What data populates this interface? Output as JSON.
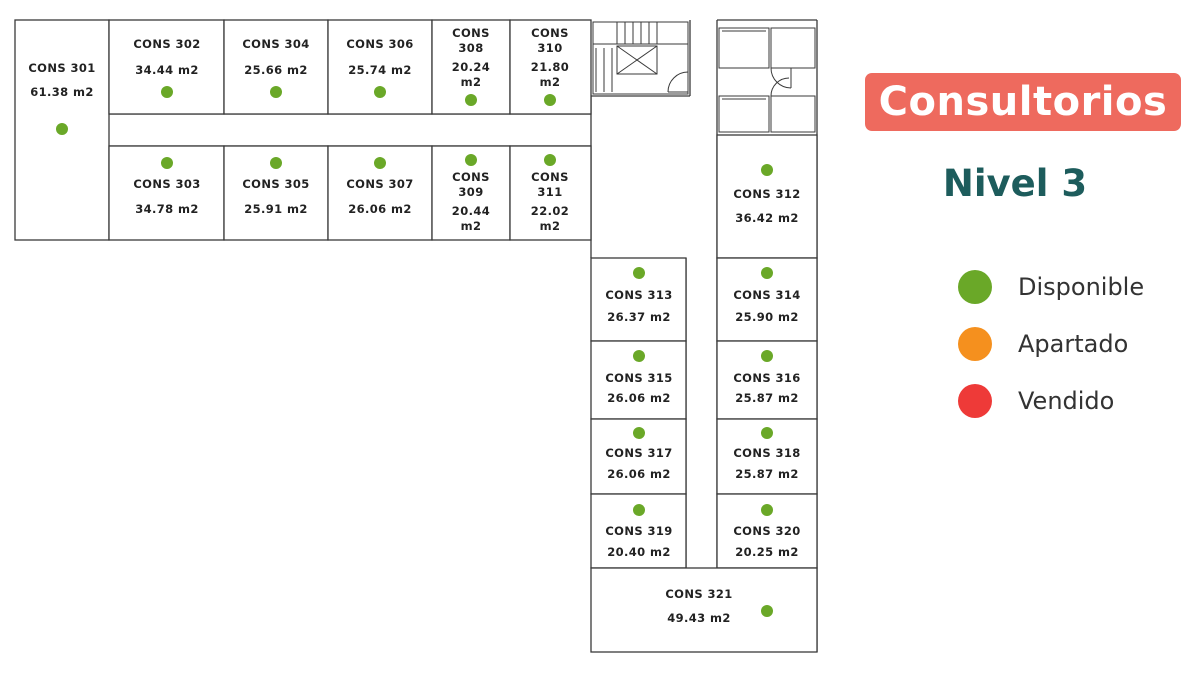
{
  "title": "Consultorios",
  "subtitle": "Nivel 3",
  "colors": {
    "badge": "#ee6a5e",
    "subtitle": "#1d5c5c",
    "disponible": "#6aa828",
    "apartado": "#f5901e",
    "vendido": "#ee3a38"
  },
  "legend": [
    {
      "status": "disponible",
      "label": "Disponible",
      "color": "#6aa828"
    },
    {
      "status": "apartado",
      "label": "Apartado",
      "color": "#f5901e"
    },
    {
      "status": "vendido",
      "label": "Vendido",
      "color": "#ee3a38"
    }
  ],
  "units": [
    {
      "id": "301",
      "lines": [
        "CONS 301"
      ],
      "area": "61.38 m2",
      "status": "disponible"
    },
    {
      "id": "302",
      "lines": [
        "CONS 302"
      ],
      "area": "34.44 m2",
      "status": "disponible"
    },
    {
      "id": "304",
      "lines": [
        "CONS 304"
      ],
      "area": "25.66 m2",
      "status": "disponible"
    },
    {
      "id": "306",
      "lines": [
        "CONS 306"
      ],
      "area": "25.74 m2",
      "status": "disponible"
    },
    {
      "id": "308",
      "lines": [
        "CONS",
        "308",
        "20.24",
        "m2"
      ],
      "area": "20.24 m2",
      "status": "disponible"
    },
    {
      "id": "310",
      "lines": [
        "CONS",
        "310",
        "21.80",
        "m2"
      ],
      "area": "21.80 m2",
      "status": "disponible"
    },
    {
      "id": "303",
      "lines": [
        "CONS 303"
      ],
      "area": "34.78 m2",
      "status": "disponible"
    },
    {
      "id": "305",
      "lines": [
        "CONS 305"
      ],
      "area": "25.91 m2",
      "status": "disponible"
    },
    {
      "id": "307",
      "lines": [
        "CONS 307"
      ],
      "area": "26.06 m2",
      "status": "disponible"
    },
    {
      "id": "309",
      "lines": [
        "CONS",
        "309",
        "20.44",
        "m2"
      ],
      "area": "20.44 m2",
      "status": "disponible"
    },
    {
      "id": "311",
      "lines": [
        "CONS",
        "311",
        "22.02",
        "m2"
      ],
      "area": "22.02 m2",
      "status": "disponible"
    },
    {
      "id": "312",
      "lines": [
        "CONS 312"
      ],
      "area": "36.42 m2",
      "status": "disponible"
    },
    {
      "id": "313",
      "lines": [
        "CONS 313"
      ],
      "area": "26.37 m2",
      "status": "disponible"
    },
    {
      "id": "314",
      "lines": [
        "CONS 314"
      ],
      "area": "25.90 m2",
      "status": "disponible"
    },
    {
      "id": "315",
      "lines": [
        "CONS 315"
      ],
      "area": "26.06 m2",
      "status": "disponible"
    },
    {
      "id": "316",
      "lines": [
        "CONS 316"
      ],
      "area": "25.87 m2",
      "status": "disponible"
    },
    {
      "id": "317",
      "lines": [
        "CONS 317"
      ],
      "area": "26.06 m2",
      "status": "disponible"
    },
    {
      "id": "318",
      "lines": [
        "CONS 318"
      ],
      "area": "25.87 m2",
      "status": "disponible"
    },
    {
      "id": "319",
      "lines": [
        "CONS 319"
      ],
      "area": "20.40 m2",
      "status": "disponible"
    },
    {
      "id": "320",
      "lines": [
        "CONS 320"
      ],
      "area": "20.25 m2",
      "status": "disponible"
    },
    {
      "id": "321",
      "lines": [
        "CONS 321"
      ],
      "area": "49.43 m2",
      "status": "disponible"
    }
  ]
}
